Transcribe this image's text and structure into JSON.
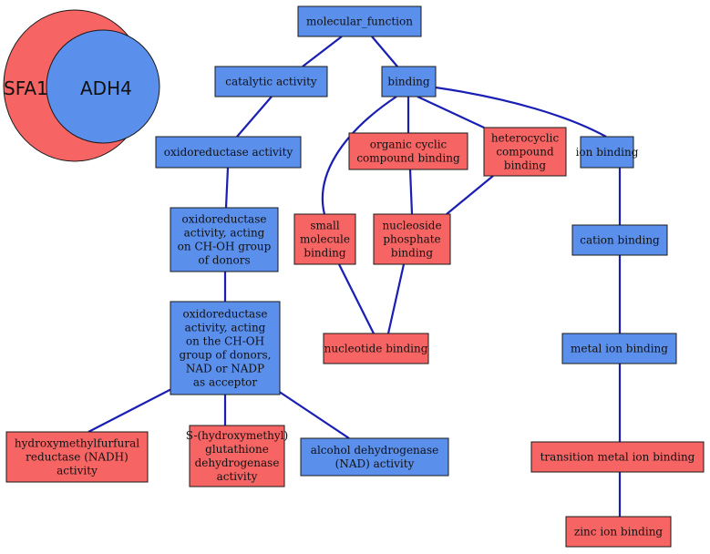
{
  "colors": {
    "blue": "#5b8fec",
    "red": "#f76464",
    "edge": "#1a1fb4"
  },
  "venn": {
    "outer_label": "SFA1",
    "inner_label": "ADH4"
  },
  "nodes": {
    "mf": {
      "lines": [
        "molecular_function"
      ],
      "fill": "blue"
    },
    "catalytic": {
      "lines": [
        "catalytic activity"
      ],
      "fill": "blue"
    },
    "binding": {
      "lines": [
        "binding"
      ],
      "fill": "blue"
    },
    "oxido": {
      "lines": [
        "oxidoreductase activity"
      ],
      "fill": "blue"
    },
    "organic_cyclic": {
      "lines": [
        "organic cyclic",
        "compound binding"
      ],
      "fill": "red"
    },
    "heterocyclic": {
      "lines": [
        "heterocyclic",
        "compound",
        "binding"
      ],
      "fill": "red"
    },
    "ion_binding": {
      "lines": [
        "ion binding"
      ],
      "fill": "blue"
    },
    "oxido_choh": {
      "lines": [
        "oxidoreductase",
        "activity, acting",
        "on CH-OH group",
        "of donors"
      ],
      "fill": "blue"
    },
    "small_molecule": {
      "lines": [
        "small",
        "molecule",
        "binding"
      ],
      "fill": "red"
    },
    "nucleoside_phosphate": {
      "lines": [
        "nucleoside",
        "phosphate",
        "binding"
      ],
      "fill": "red"
    },
    "cation": {
      "lines": [
        "cation binding"
      ],
      "fill": "blue"
    },
    "oxido_nad": {
      "lines": [
        "oxidoreductase",
        "activity, acting",
        "on the CH-OH",
        "group of donors,",
        "NAD or NADP",
        "as acceptor"
      ],
      "fill": "blue"
    },
    "nucleotide": {
      "lines": [
        "nucleotide binding"
      ],
      "fill": "red"
    },
    "metal_ion": {
      "lines": [
        "metal ion binding"
      ],
      "fill": "blue"
    },
    "hmf": {
      "lines": [
        "hydroxymethylfurfural",
        "reductase (NADH)",
        "activity"
      ],
      "fill": "red"
    },
    "shg": {
      "lines": [
        "S-(hydroxymethyl)",
        "glutathione",
        "dehydrogenase",
        "activity"
      ],
      "fill": "red"
    },
    "adh": {
      "lines": [
        "alcohol dehydrogenase",
        "(NAD) activity"
      ],
      "fill": "blue"
    },
    "transition_metal": {
      "lines": [
        "transition metal ion binding"
      ],
      "fill": "red"
    },
    "zinc": {
      "lines": [
        "zinc ion binding"
      ],
      "fill": "red"
    }
  }
}
